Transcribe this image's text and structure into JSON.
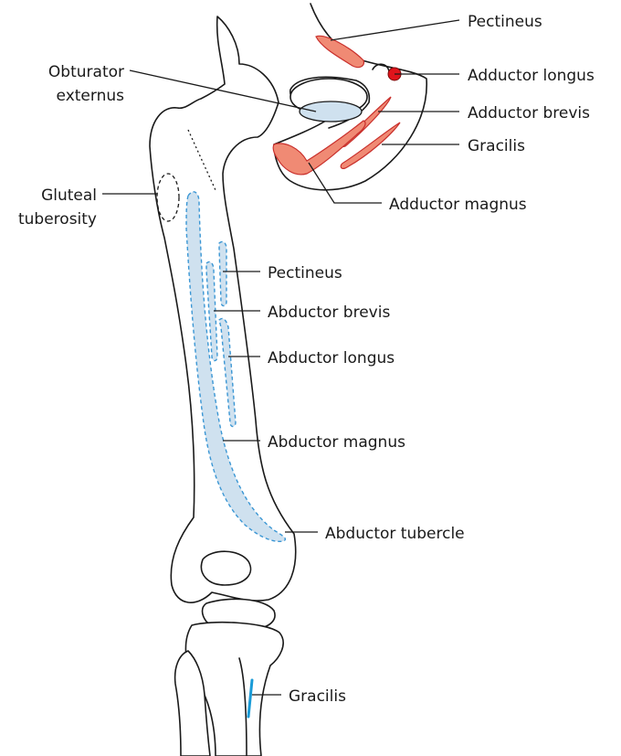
{
  "labels": {
    "pectineus_top": "Pectineus",
    "adductor_longus": "Adductor longus",
    "adductor_brevis": "Adductor brevis",
    "gracilis_top": "Gracilis",
    "adductor_magnus": "Adductor magnus",
    "obturator_externus_1": "Obturator",
    "obturator_externus_2": "externus",
    "gluteal_tuberosity_1": "Gluteal",
    "gluteal_tuberosity_2": "tuberosity",
    "pectineus_mid": "Pectineus",
    "abductor_brevis": "Abductor brevis",
    "abductor_longus": "Abductor longus",
    "abductor_magnus": "Abductor magnus",
    "abductor_tubercle": "Abductor tubercle",
    "gracilis_bottom": "Gracilis"
  },
  "colors": {
    "attachment_red_fill": "#f08a74",
    "attachment_red_dot": "#e0141b",
    "attachment_blue_fill": "#cfe1ef",
    "attachment_blue_stroke": "#3a96d4",
    "gracilis_line": "#1a9bd7",
    "outline": "#1a1a1a"
  }
}
